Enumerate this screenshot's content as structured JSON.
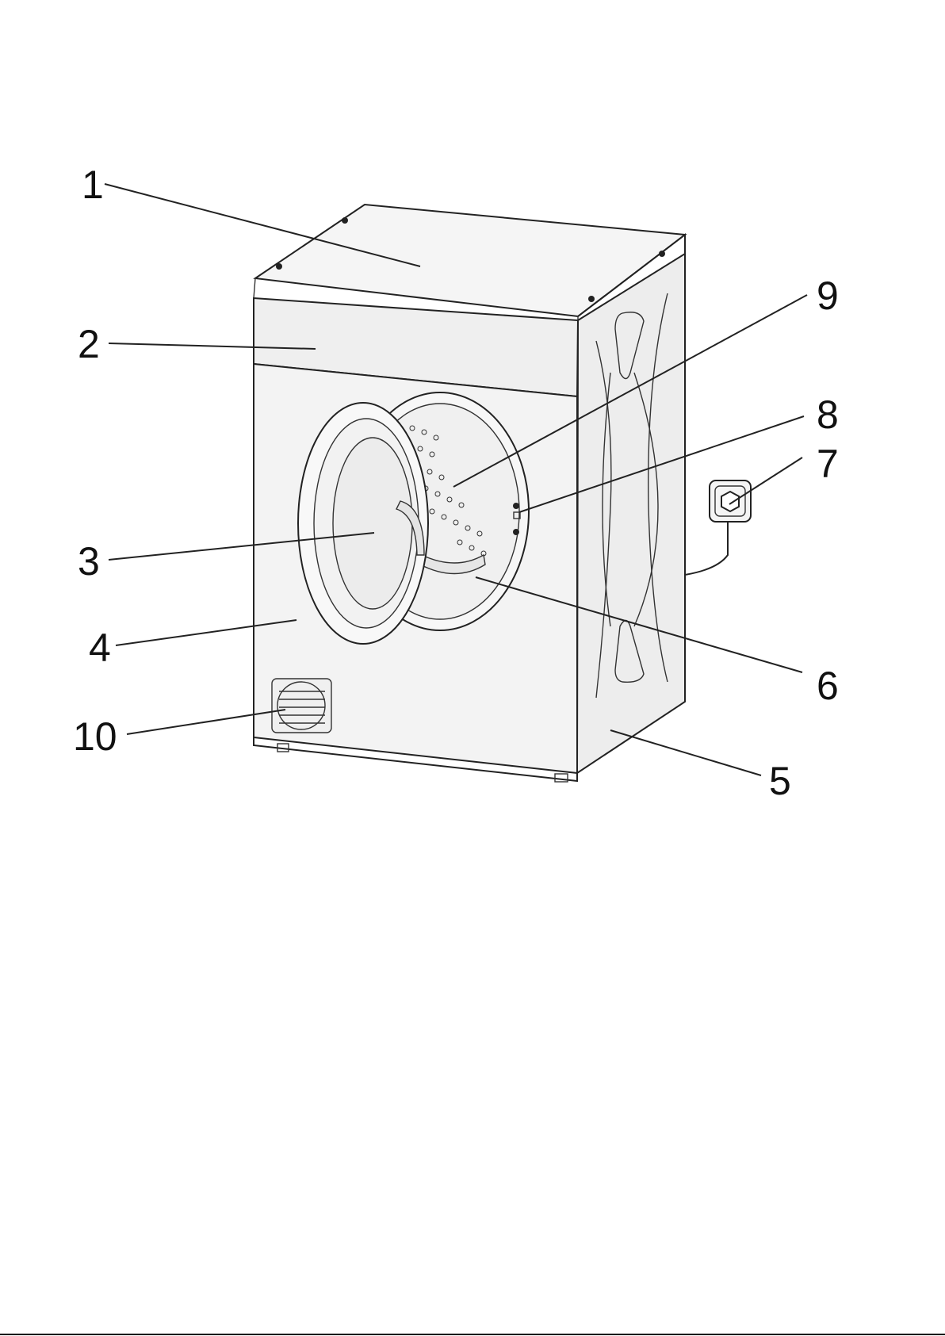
{
  "callouts": [
    {
      "id": "1",
      "label": "1"
    },
    {
      "id": "2",
      "label": "2"
    },
    {
      "id": "3",
      "label": "3"
    },
    {
      "id": "4",
      "label": "4"
    },
    {
      "id": "5",
      "label": "5"
    },
    {
      "id": "6",
      "label": "6"
    },
    {
      "id": "7",
      "label": "7"
    },
    {
      "id": "8",
      "label": "8"
    },
    {
      "id": "9",
      "label": "9"
    },
    {
      "id": "10",
      "label": "10"
    }
  ],
  "colors": {
    "line": "#222222",
    "background": "#ffffff",
    "panel": "#f2f2f2"
  }
}
